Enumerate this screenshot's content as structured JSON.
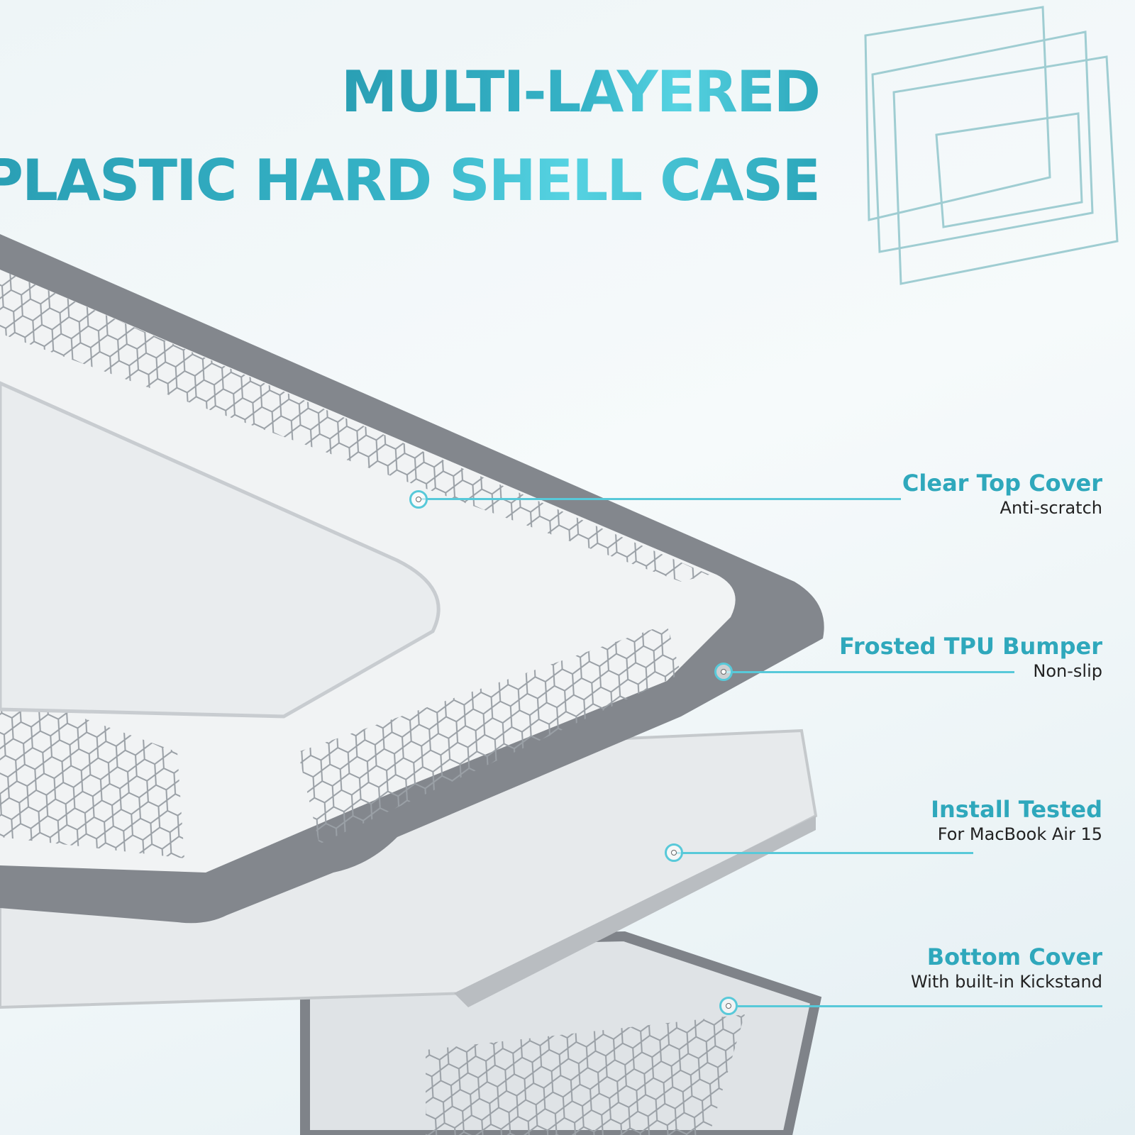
{
  "headline": {
    "line1": "MULTI-LAYERED",
    "line2": "PLASTIC HARD SHELL CASE"
  },
  "features": [
    {
      "title": "Clear Top Cover",
      "subtitle": "Anti-scratch"
    },
    {
      "title": "Frosted TPU Bumper",
      "subtitle": "Non-slip"
    },
    {
      "title": "Install Tested",
      "subtitle": "For MacBook Air 15"
    },
    {
      "title": "Bottom Cover",
      "subtitle": "With built-in Kickstand"
    }
  ],
  "colors": {
    "accent": "#2fa8bc",
    "callout_line": "#58c9d9",
    "bumper": "#8a8d93"
  }
}
